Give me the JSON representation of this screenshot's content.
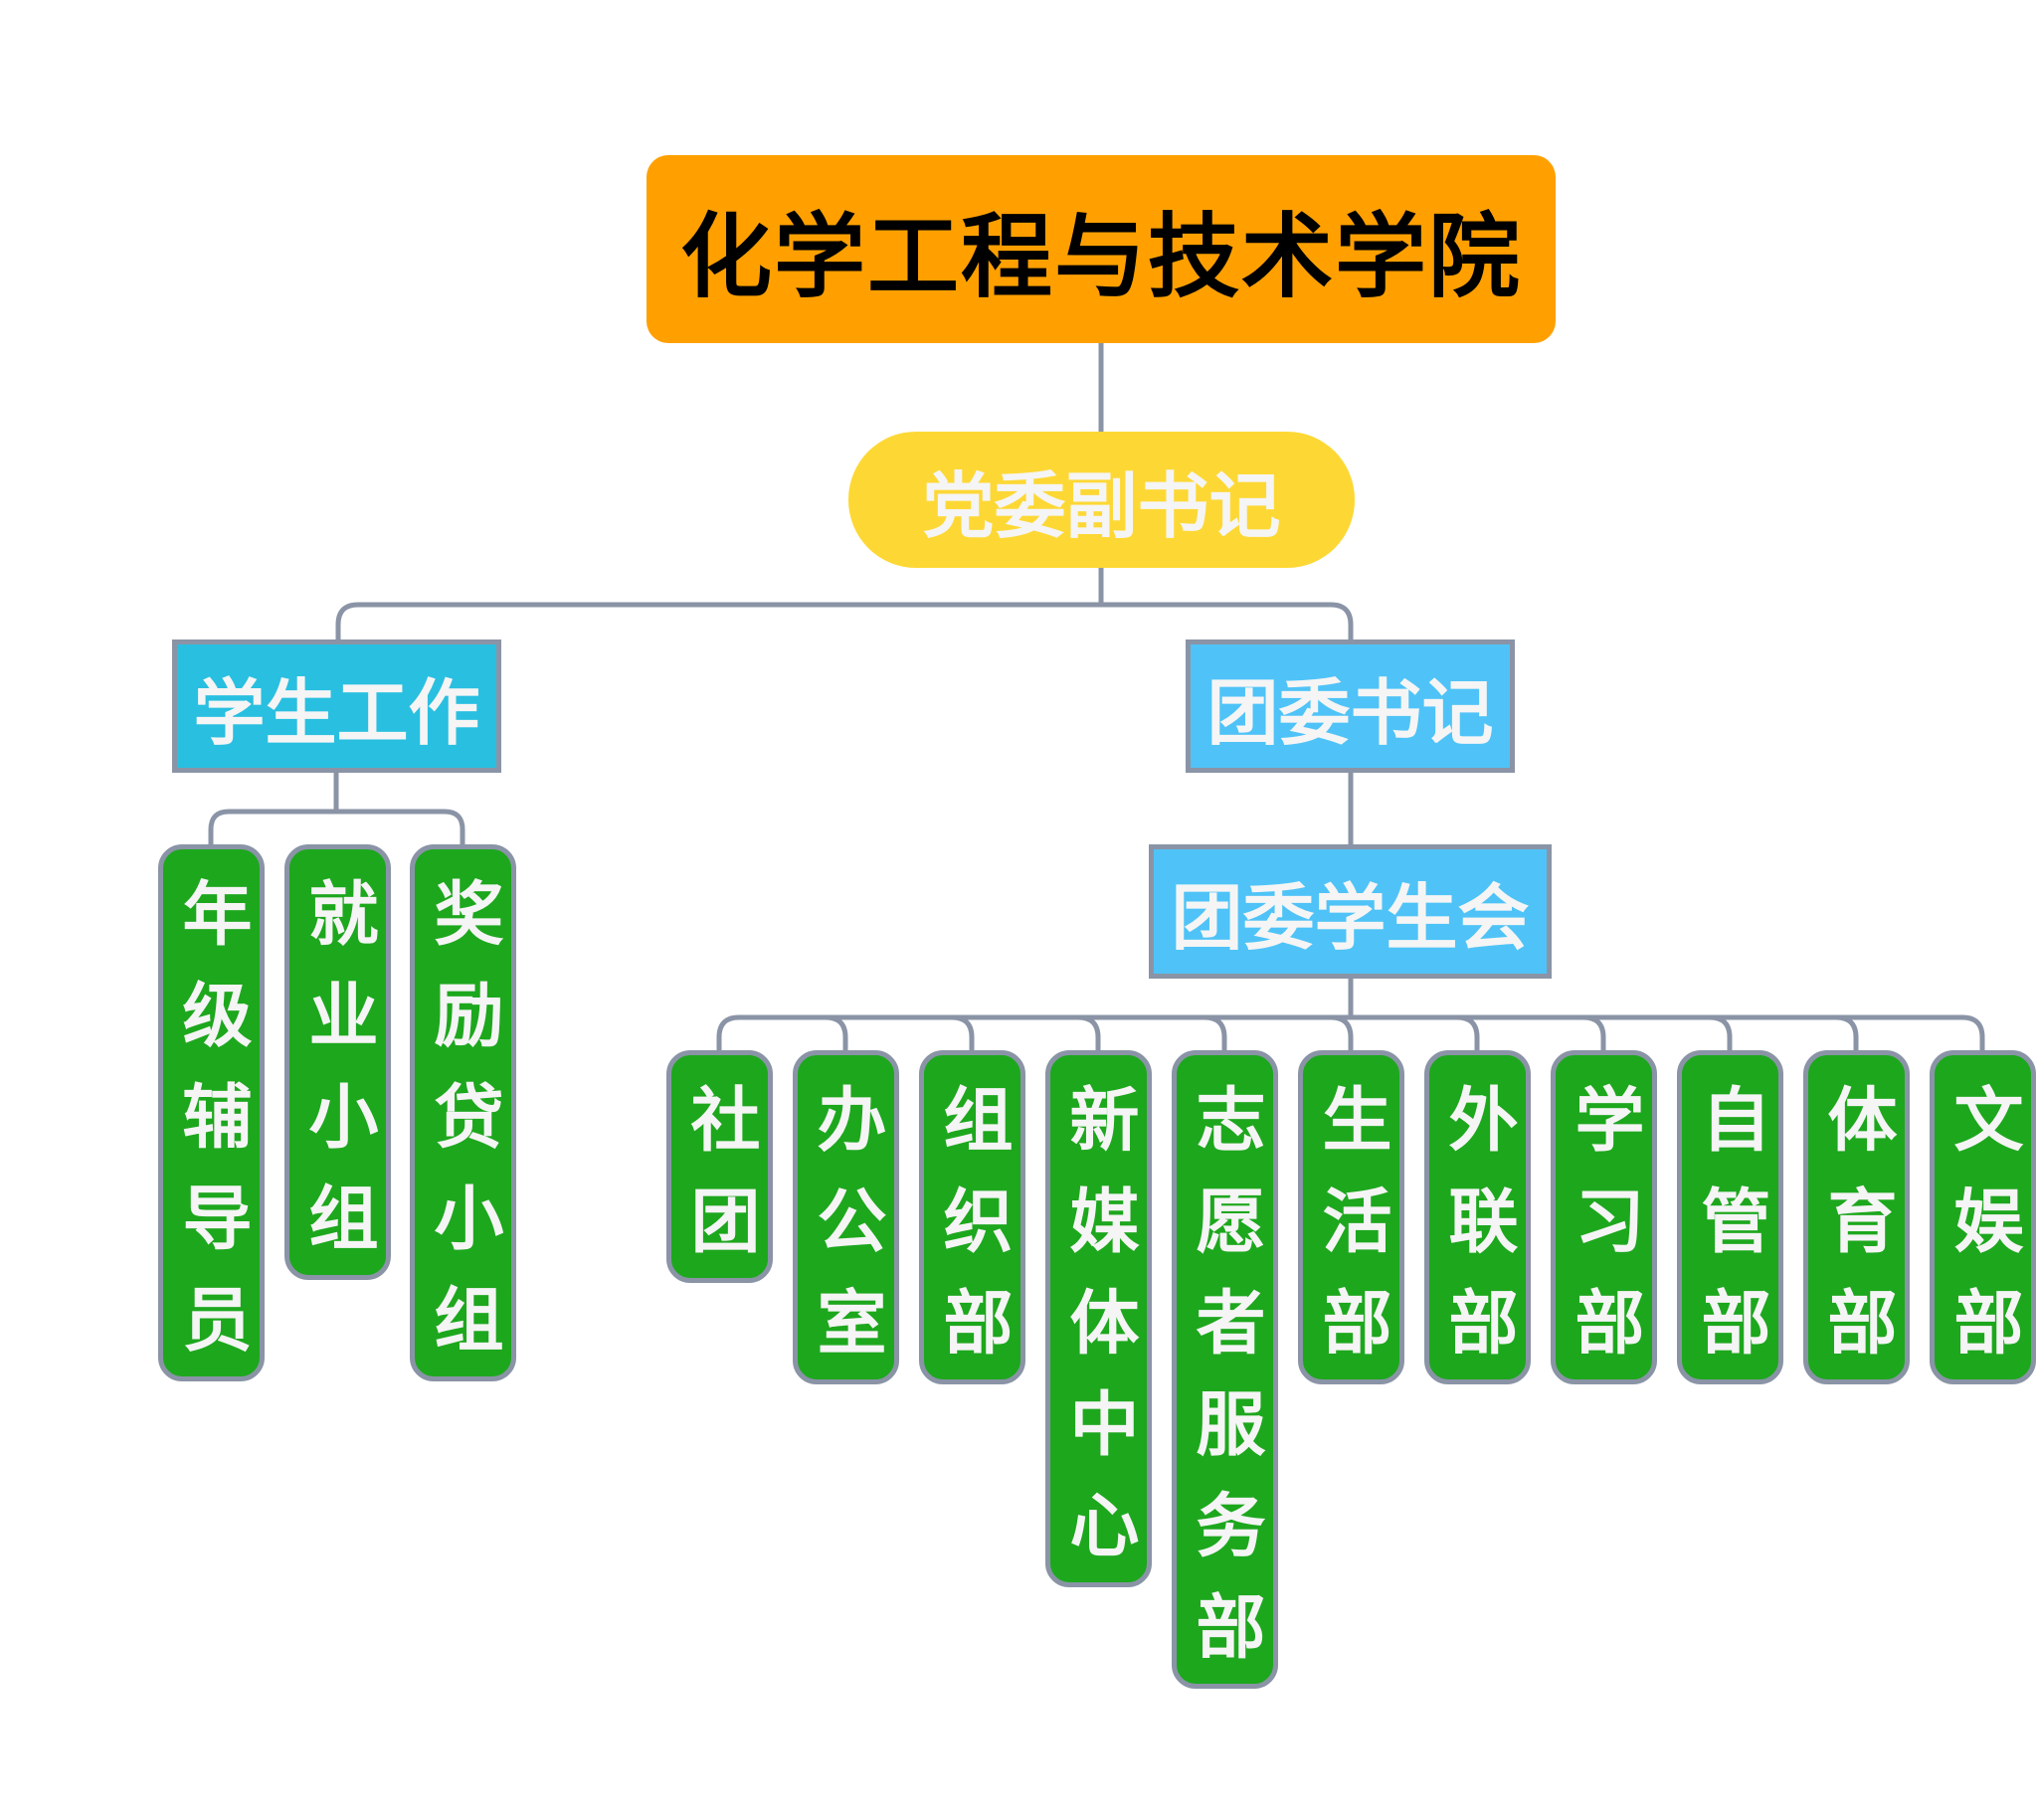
{
  "colors": {
    "root": "#FFA000",
    "deputy": "#FDD835",
    "student_work": "#29BFE0",
    "youth": "#4FC3F7",
    "leaf": "#1DA71D",
    "connector": "#8A94A6"
  },
  "root": {
    "label": "化学工程与技术学院"
  },
  "deputy": {
    "label": "党委副书记"
  },
  "student_work": {
    "label": "学生工作",
    "children": [
      "年级辅导员",
      "就业小组",
      "奖励贷小组"
    ]
  },
  "youth_secretary": {
    "label": "团委书记"
  },
  "union": {
    "label": "团委学生会",
    "children": [
      "社团",
      "办公室",
      "组织部",
      "新媒体中心",
      "志愿者服务部",
      "生活部",
      "外联部",
      "学习部",
      "自管部",
      "体育部",
      "文娱部"
    ]
  }
}
